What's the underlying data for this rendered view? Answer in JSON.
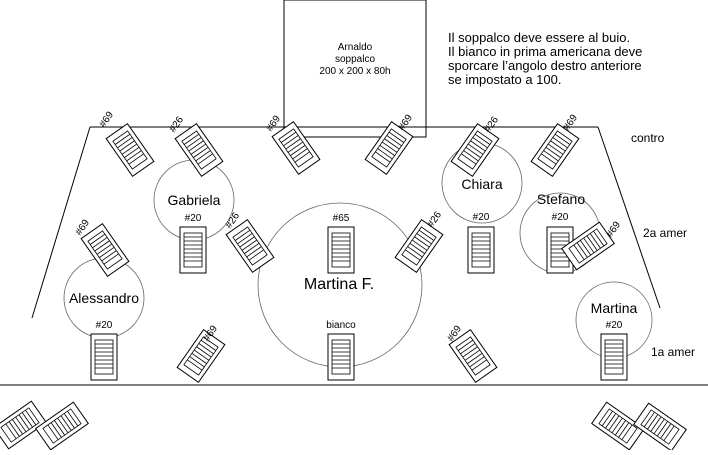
{
  "platform": {
    "title": "Arnaldo",
    "subtitle": "soppalco",
    "dimensions": "200 x 200 x 80h"
  },
  "note": {
    "lines": [
      "Il soppalco deve essere al buio.",
      "Il bianco in prima americana deve",
      "sporcare l’angolo destro anteriore",
      "se impostato a 100."
    ]
  },
  "rows": {
    "contro": "contro",
    "seconda_americana": "2a amer",
    "prima_americana": "1a amer"
  },
  "areas": [
    {
      "id": "gabriela",
      "label": "Gabriela"
    },
    {
      "id": "chiara",
      "label": "Chiara"
    },
    {
      "id": "stefano",
      "label": "Stefano"
    },
    {
      "id": "martina-f",
      "label": "Martina F."
    },
    {
      "id": "alessandro",
      "label": "Alessandro"
    },
    {
      "id": "martina",
      "label": "Martina"
    }
  ],
  "fixtures": {
    "contro": [
      "#69",
      "#26",
      "#69",
      "#69",
      "#26",
      "#69"
    ],
    "seconda_americana": [
      "#69",
      "#20",
      "#26",
      "#65",
      "#26",
      "#20",
      "#20",
      "#69"
    ],
    "prima_americana": [
      "#20",
      "#69",
      "bianco",
      "#69",
      "#20"
    ]
  }
}
